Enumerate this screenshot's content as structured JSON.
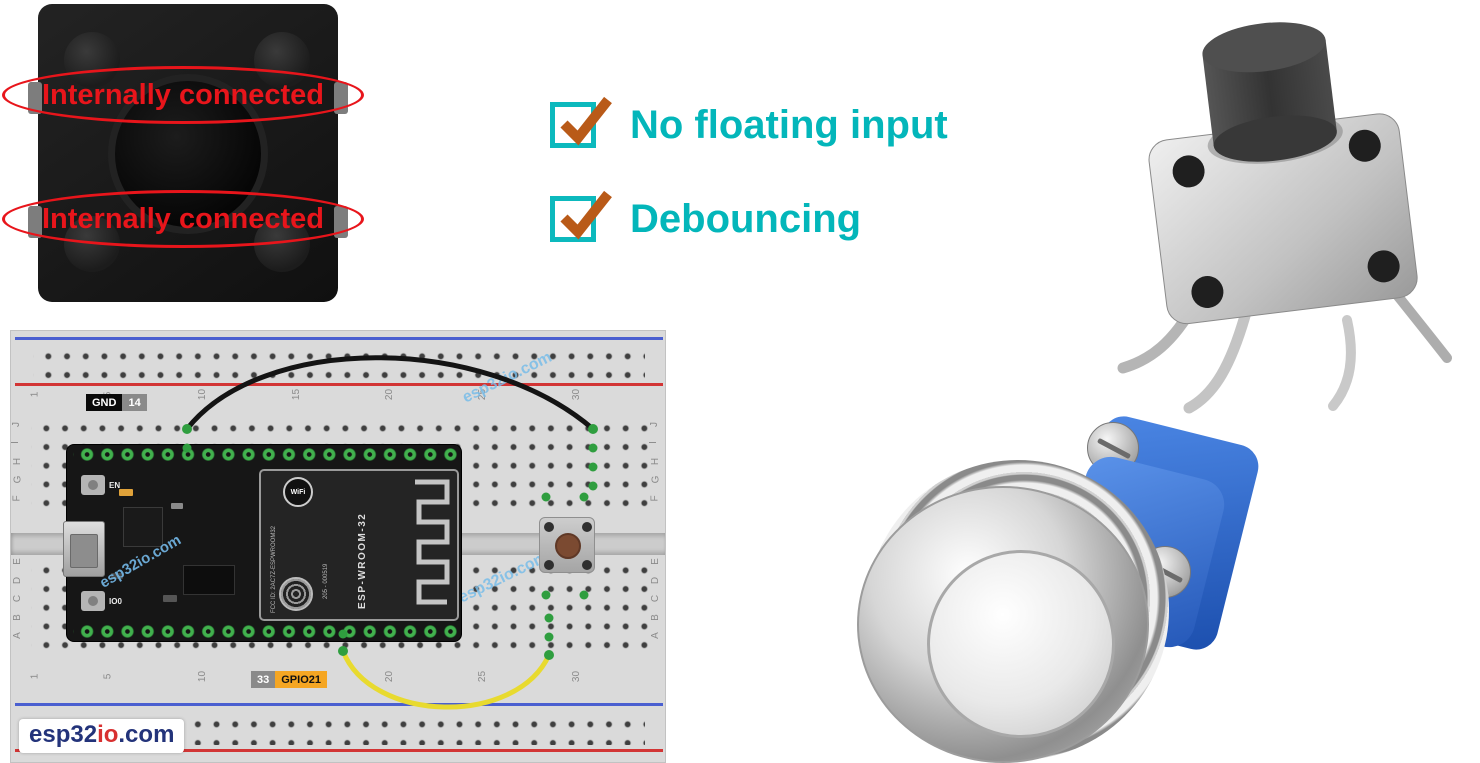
{
  "annotations": {
    "top": "Internally connected",
    "bottom": "Internally connected",
    "color": "#e8151b"
  },
  "checklist": {
    "accent": "#0cb9bd",
    "check_color": "#b95a18",
    "items": [
      {
        "label": "No floating input"
      },
      {
        "label": "Debouncing"
      }
    ]
  },
  "breadboard": {
    "gnd_label": "GND",
    "gnd_pin": "14",
    "gpio_pin": "33",
    "gpio_label": "GPIO21",
    "column_numbers": [
      "1",
      "5",
      "10",
      "15",
      "20",
      "25",
      "30"
    ],
    "row_letters": [
      "J",
      "I",
      "H",
      "G",
      "F",
      "E",
      "D",
      "C",
      "B",
      "A"
    ],
    "watermark": "esp32io.com",
    "logo": {
      "esp32": "esp32",
      "io": "io",
      "dotcom": ".com"
    },
    "esp32_board": {
      "en": "EN",
      "io0": "IO0",
      "module_name": "ESP-WROOM-32",
      "fcc": "FCC ID: 2AC7Z-ESPWROOM32",
      "serial": "205 - 000519",
      "wifi": "WiFi"
    },
    "wire_colors": {
      "gnd_wire": "#141414",
      "gpio_wire": "#e8da2f"
    }
  }
}
